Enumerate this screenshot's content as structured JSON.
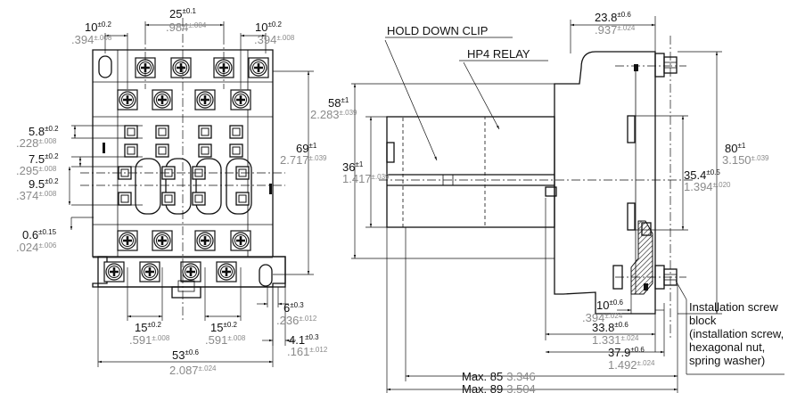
{
  "front_view": {
    "dim_10_left": {
      "mm": "10",
      "mm_tol": "±0.2",
      "inch": ".394",
      "inch_tol": "±.008"
    },
    "dim_25": {
      "mm": "25",
      "mm_tol": "±0.1",
      "inch": ".984",
      "inch_tol": "±.004"
    },
    "dim_10_right": {
      "mm": "10",
      "mm_tol": "±0.2",
      "inch": ".394",
      "inch_tol": "±.008"
    },
    "dim_5_8": {
      "mm": "5.8",
      "mm_tol": "±0.2",
      "inch": ".228",
      "inch_tol": "±.008"
    },
    "dim_7_5": {
      "mm": "7.5",
      "mm_tol": "±0.2",
      "inch": ".295",
      "inch_tol": "±.008"
    },
    "dim_9_5": {
      "mm": "9.5",
      "mm_tol": "±0.2",
      "inch": ".374",
      "inch_tol": "±.008"
    },
    "dim_0_6": {
      "mm": "0.6",
      "mm_tol": "±0.15",
      "inch": ".024",
      "inch_tol": "±.006"
    },
    "dim_69": {
      "mm": "69",
      "mm_tol": "±1",
      "inch": "2.717",
      "inch_tol": "±.039"
    },
    "dim_15_left": {
      "mm": "15",
      "mm_tol": "±0.2",
      "inch": ".591",
      "inch_tol": "±.008"
    },
    "dim_15_right": {
      "mm": "15",
      "mm_tol": "±0.2",
      "inch": ".591",
      "inch_tol": "±.008"
    },
    "dim_6": {
      "mm": "6",
      "mm_tol": "±0.3",
      "inch": ".236",
      "inch_tol": "±.012"
    },
    "dim_4_1": {
      "mm": "4.1",
      "mm_tol": "±0.3",
      "inch": ".161",
      "inch_tol": "±.012"
    },
    "dim_53": {
      "mm": "53",
      "mm_tol": "±0.6",
      "inch": "2.087",
      "inch_tol": "±.024"
    }
  },
  "side_view": {
    "label_hold_down_clip": "HOLD DOWN CLIP",
    "label_hp4_relay": "HP4 RELAY",
    "dim_23_8": {
      "mm": "23.8",
      "mm_tol": "±0.6",
      "inch": ".937",
      "inch_tol": "±.024"
    },
    "dim_58": {
      "mm": "58",
      "mm_tol": "±1",
      "inch": "2.283",
      "inch_tol": "±.039"
    },
    "dim_36": {
      "mm": "36",
      "mm_tol": "±1",
      "inch": "1.417",
      "inch_tol": "±.039"
    },
    "dim_80": {
      "mm": "80",
      "mm_tol": "±1",
      "inch": "3.150",
      "inch_tol": "±.039"
    },
    "dim_35_4": {
      "mm": "35.4",
      "mm_tol": "±0.5",
      "inch": "1.394",
      "inch_tol": "±.020"
    },
    "dim_10": {
      "mm": "10",
      "mm_tol": "±0.6",
      "inch": ".394",
      "inch_tol": "±.024"
    },
    "dim_33_8": {
      "mm": "33.8",
      "mm_tol": "±0.6",
      "inch": "1.331",
      "inch_tol": "±.024"
    },
    "dim_37_9": {
      "mm": "37.9",
      "mm_tol": "±0.6",
      "inch": "1.492",
      "inch_tol": "±.024"
    },
    "max_85": {
      "mm": "Max. 85",
      "inch": "3.346"
    },
    "max_89": {
      "mm": "Max. 89",
      "inch": "3.504"
    },
    "installation_note": [
      "Installation screw",
      "block",
      "(installation screw,",
      "hexagonal nut,",
      "spring washer)"
    ]
  }
}
